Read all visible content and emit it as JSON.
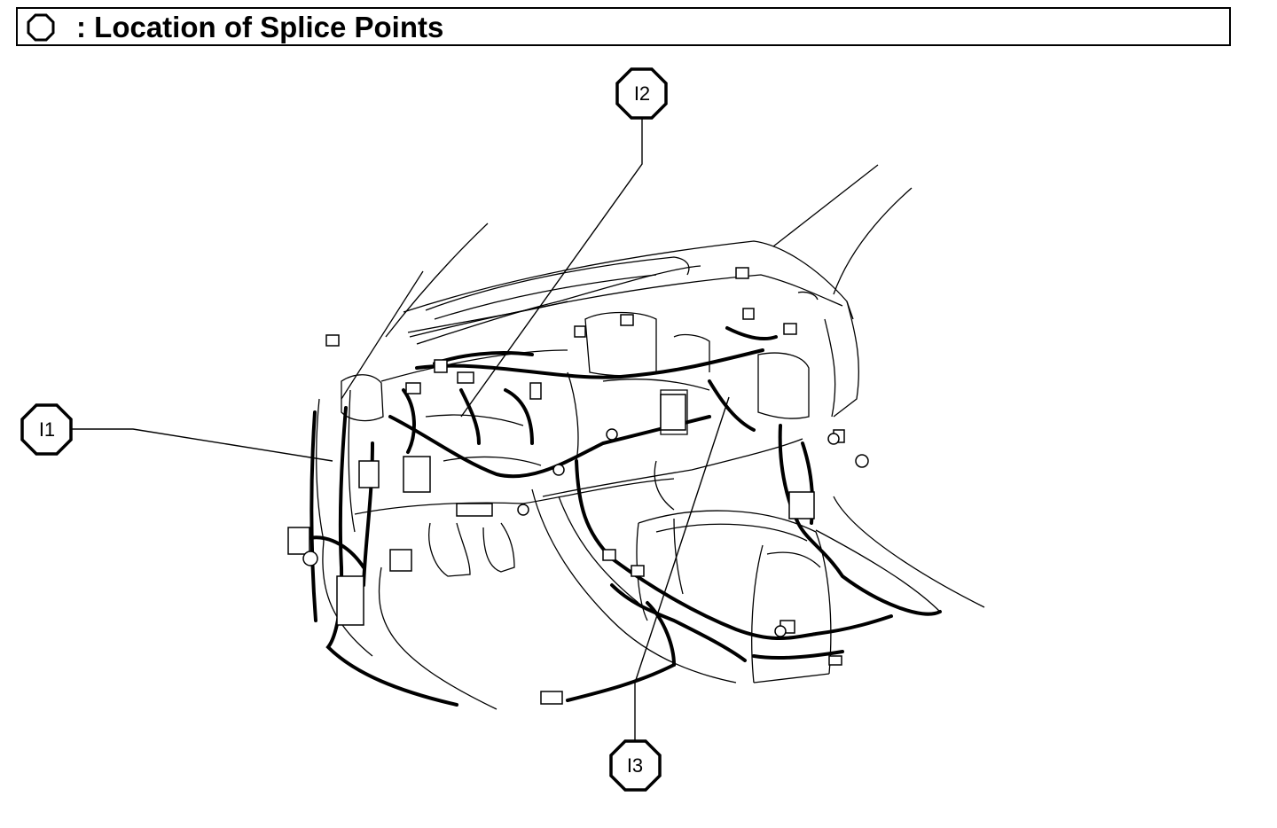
{
  "header": {
    "legend_text": ": Location of Splice Points",
    "legend_icon": "octagon-icon"
  },
  "callouts": [
    {
      "id": "I1",
      "label": "I1"
    },
    {
      "id": "I2",
      "label": "I2"
    },
    {
      "id": "I3",
      "label": "I3"
    }
  ],
  "colors": {
    "ink": "#000000",
    "background": "#ffffff"
  }
}
